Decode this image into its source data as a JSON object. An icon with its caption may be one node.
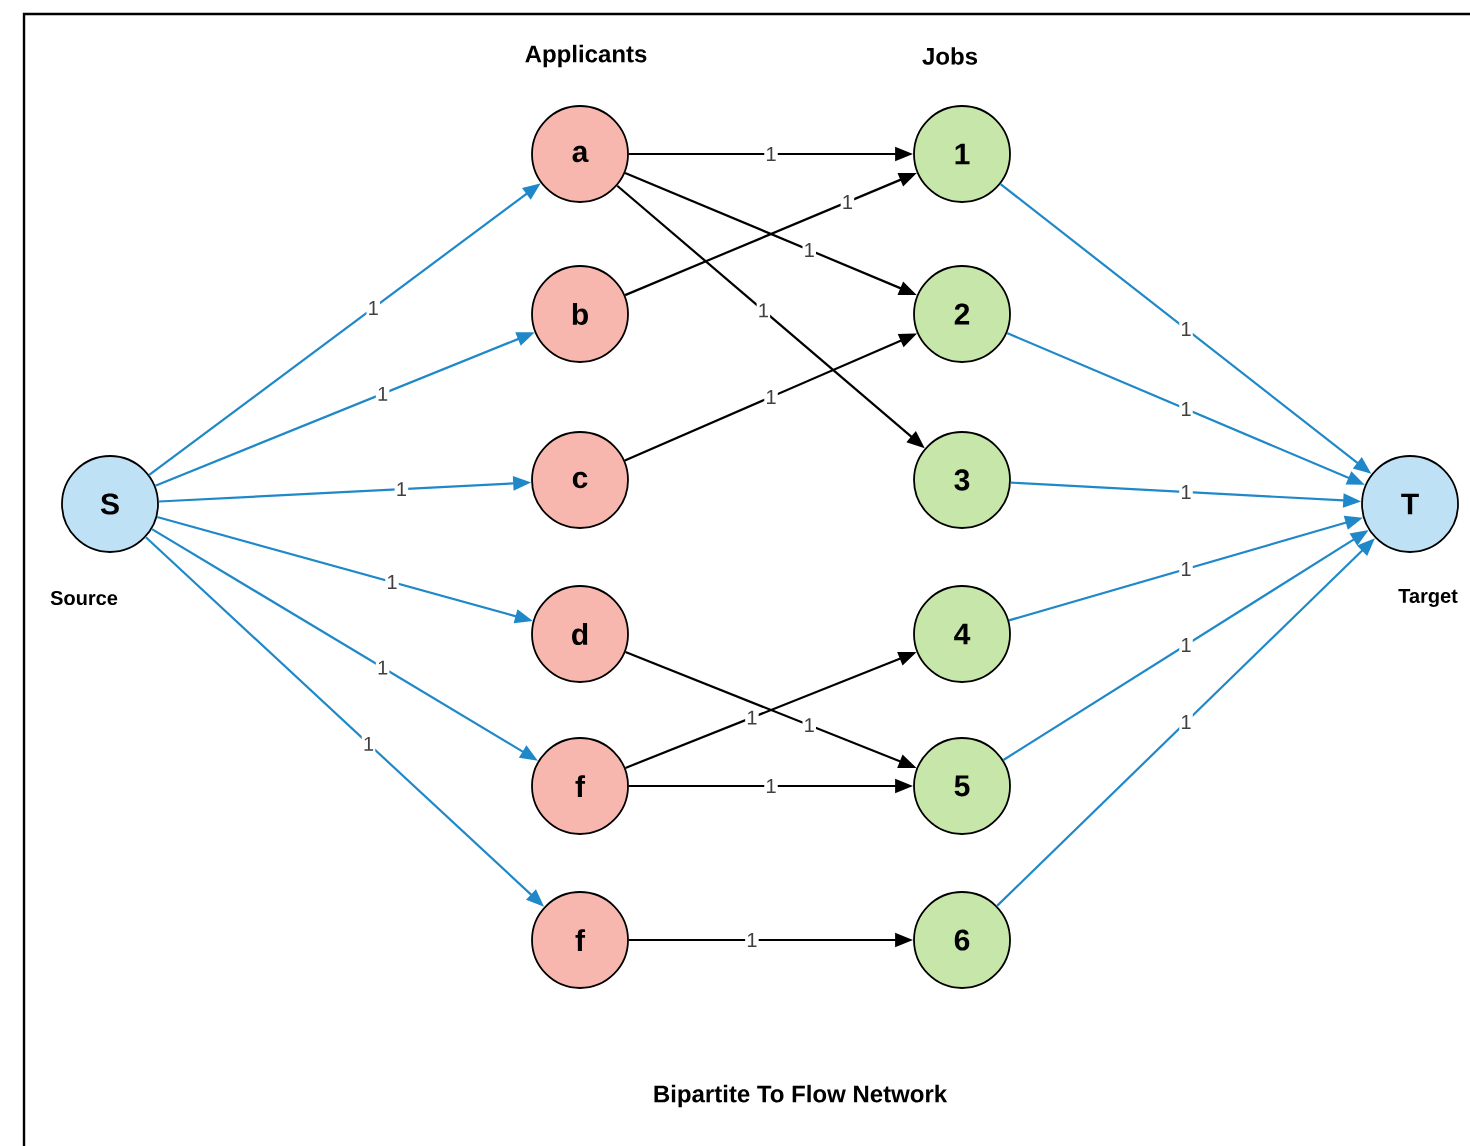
{
  "diagram": {
    "caption": "Bipartite To Flow Network",
    "nodes": [
      {
        "text": [
          "S"
        ],
        "beside": [
          "Source"
        ]
      },
      {
        "text": [
          "a"
        ]
      },
      {
        "text": [
          "b"
        ]
      },
      {
        "text": [
          "c"
        ]
      },
      {
        "text": [
          "d"
        ]
      },
      {
        "text": [
          "f"
        ]
      },
      {
        "text": [
          "f"
        ]
      },
      {
        "text": [
          "1"
        ]
      },
      {
        "text": [
          "2"
        ]
      },
      {
        "text": [
          "3"
        ]
      },
      {
        "text": [
          "4"
        ]
      },
      {
        "text": [
          "5"
        ]
      },
      {
        "text": [
          "6"
        ]
      },
      {
        "text": [
          "T"
        ],
        "beside": [
          "Target"
        ]
      }
    ],
    "edges": [
      {
        "from": 0,
        "to": 1,
        "arrow": "to",
        "label": "1"
      },
      {
        "from": 0,
        "to": 2,
        "arrow": "to",
        "label": "1"
      },
      {
        "from": 0,
        "to": 3,
        "arrow": "to",
        "label": "1"
      },
      {
        "from": 0,
        "to": 4,
        "arrow": "to",
        "label": "1"
      },
      {
        "from": 0,
        "to": 5,
        "arrow": "to",
        "label": "1"
      },
      {
        "from": 0,
        "to": 6,
        "arrow": "to",
        "label": "1"
      },
      {
        "from": 1,
        "to": 7,
        "arrow": "to",
        "label": "1",
        "color": "#000000"
      },
      {
        "from": 1,
        "to": 8,
        "arrow": "to",
        "label": "1",
        "color": "#000000"
      },
      {
        "from": 1,
        "to": 9,
        "arrow": "to",
        "label": "1",
        "color": "#000000"
      },
      {
        "from": 2,
        "to": 7,
        "arrow": "to",
        "label": "1",
        "color": "#000000"
      },
      {
        "from": 3,
        "to": 8,
        "arrow": "to",
        "label": "1",
        "color": "#000000"
      },
      {
        "from": 4,
        "to": 11,
        "arrow": "to",
        "label": "1",
        "color": "#000000"
      },
      {
        "from": 5,
        "to": 10,
        "arrow": "to",
        "label": "1",
        "color": "#000000"
      },
      {
        "from": 5,
        "to": 11,
        "arrow": "to",
        "label": "1",
        "color": "#000000"
      },
      {
        "from": 6,
        "to": 12,
        "arrow": "to",
        "label": "1",
        "color": "#000000"
      },
      {
        "from": 7,
        "to": 13,
        "arrow": "to",
        "label": "1"
      },
      {
        "from": 8,
        "to": 13,
        "arrow": "to",
        "label": "1"
      },
      {
        "from": 9,
        "to": 13,
        "arrow": "to",
        "label": "1"
      },
      {
        "from": 10,
        "to": 13,
        "arrow": "to",
        "label": "1"
      },
      {
        "from": 11,
        "to": 13,
        "arrow": "to",
        "label": "1"
      },
      {
        "from": 12,
        "to": 13,
        "arrow": "to",
        "label": "1"
      }
    ],
    "labels": [
      "Applicants",
      "Jobs"
    ]
  }
}
